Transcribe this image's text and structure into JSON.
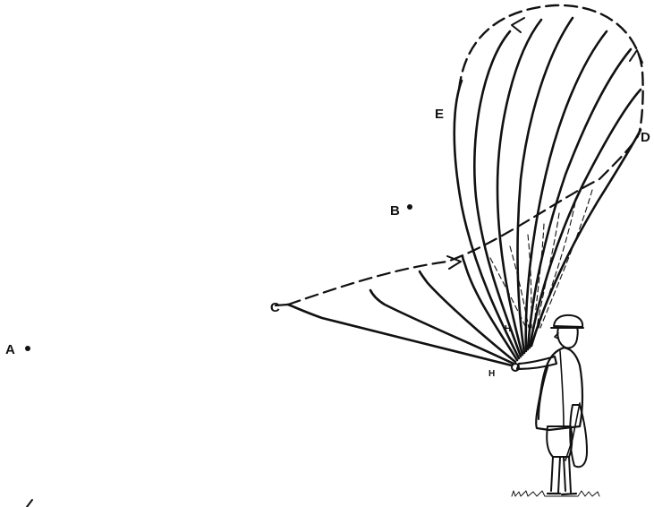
{
  "points": {
    "a": "A",
    "b": "B",
    "c": "C",
    "d": "D",
    "e": "E",
    "h_upper": "H",
    "h_lower": "H"
  },
  "icons": {
    "figure": "man-casting-line-figure",
    "direction_arrow": "arrow-icon"
  }
}
